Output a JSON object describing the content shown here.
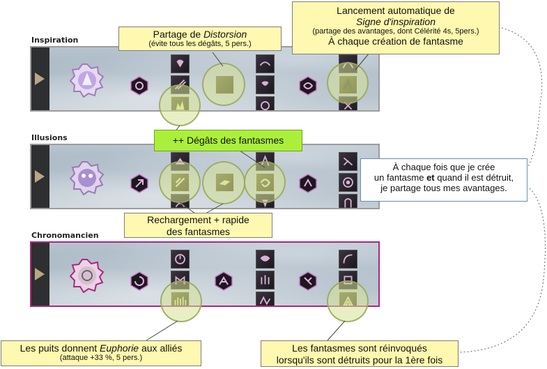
{
  "specs": [
    {
      "name": "Inspiration"
    },
    {
      "name": "Illusions"
    },
    {
      "name": "Chronomancien"
    }
  ],
  "callouts": {
    "distortion": {
      "line1_pre": "Partage de ",
      "line1_em": "Distorsion",
      "line2": "(évite tous les dégâts, 5 pers.)"
    },
    "signe": {
      "line1": "Lancement automatique de",
      "line2_em": "Signe d'inspiration",
      "line3": "(partage des avantages, dont Célérité 4s, 5pers.)",
      "line4": "À chaque création de fantasme"
    },
    "degats": {
      "text": "++ Dégâts des fantasmes"
    },
    "partage": {
      "line1": "À chaque fois que je crée",
      "line2_pre": "un fantasme ",
      "line2_strong": "et",
      "line2_post": " quand il est détruit,",
      "line3": "je partage tous mes avantages."
    },
    "rechargement": {
      "line1": "Rechargement + rapide",
      "line2": "des fantasmes"
    },
    "euphorie": {
      "line1_pre": "Les puits donnent ",
      "line1_em": "Euphorie",
      "line1_post": " aux alliés",
      "line2": "(attaque +33 %, 5 pers.)"
    },
    "reinvoques": {
      "line1": "Les fantasmes sont réinvoqués",
      "line2": "lorsqu'ils sont détruits pour la 1ère fois"
    }
  },
  "colors": {
    "halo": "#d6e296",
    "active_border": "#b0247f",
    "callout_yellow": "#fff8b0",
    "callout_green": "#aaf03a"
  }
}
